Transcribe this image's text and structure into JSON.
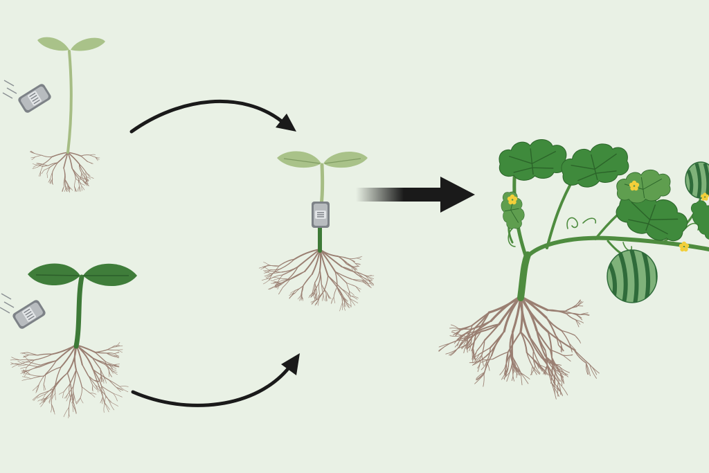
{
  "colors": {
    "background": "#e9f1e5",
    "arrow": "#1a1a1a",
    "scion_leaf": "#a9c289",
    "scion_leaf_vein": "#7f9b62",
    "scion_stem": "#a6bd84",
    "rootstock_leaf": "#3f7d3a",
    "rootstock_leaf_vein": "#2c5e2a",
    "rootstock_stem": "#3d7a37",
    "root": "#9a7f72",
    "clip_body": "#b8bcbf",
    "clip_dark": "#7d8287",
    "clip_light": "#e2e5e7",
    "vine_leaf": "#3f8a3c",
    "vine_leaf_vein": "#2b6429",
    "vine_stem": "#4e8c3f",
    "flower": "#f2cf3a",
    "melon_dark": "#2f6b3a",
    "melon_light": "#7fb27a"
  },
  "icons": [
    "grafting-clip-icon",
    "motion-lines-icon"
  ],
  "stages": [
    {
      "name": "scion-seedling"
    },
    {
      "name": "rootstock-seedling"
    },
    {
      "name": "grafted-seedling"
    },
    {
      "name": "mature-watermelon-plant"
    }
  ]
}
